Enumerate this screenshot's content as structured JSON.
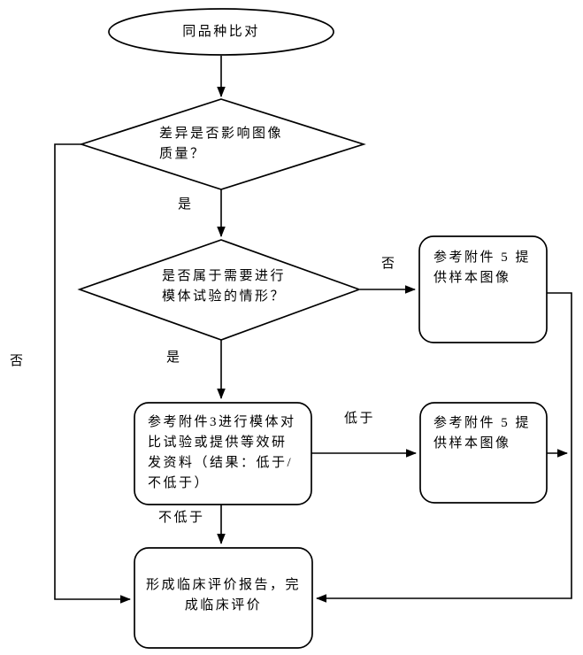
{
  "colors": {
    "background": "#ffffff",
    "stroke": "#000000",
    "text": "#000000"
  },
  "nodes": {
    "start": {
      "label": "同品种比对"
    },
    "decision_image_quality": {
      "label": "差异是否影响图像\n质量？"
    },
    "decision_phantom_needed": {
      "label": "是否属于需要进行\n模体试验的情形？"
    },
    "provide_samples_upper": {
      "label": "参考附件 5 提\n供样本图像"
    },
    "phantom_comparison": {
      "label": "参考附件3进行模体对\n比试验或提供等效研\n发资料（结果：低于/\n不低于）"
    },
    "provide_samples_lower": {
      "label": "参考附件 5 提\n供样本图像"
    },
    "final_evaluation": {
      "label": "形成临床评价报告，完\n成临床评价"
    }
  },
  "edge_labels": {
    "yes_1": "是",
    "yes_2": "是",
    "no_left": "否",
    "no_upper_right": "否",
    "lower_than": "低于",
    "not_lower_than": "不低于"
  }
}
